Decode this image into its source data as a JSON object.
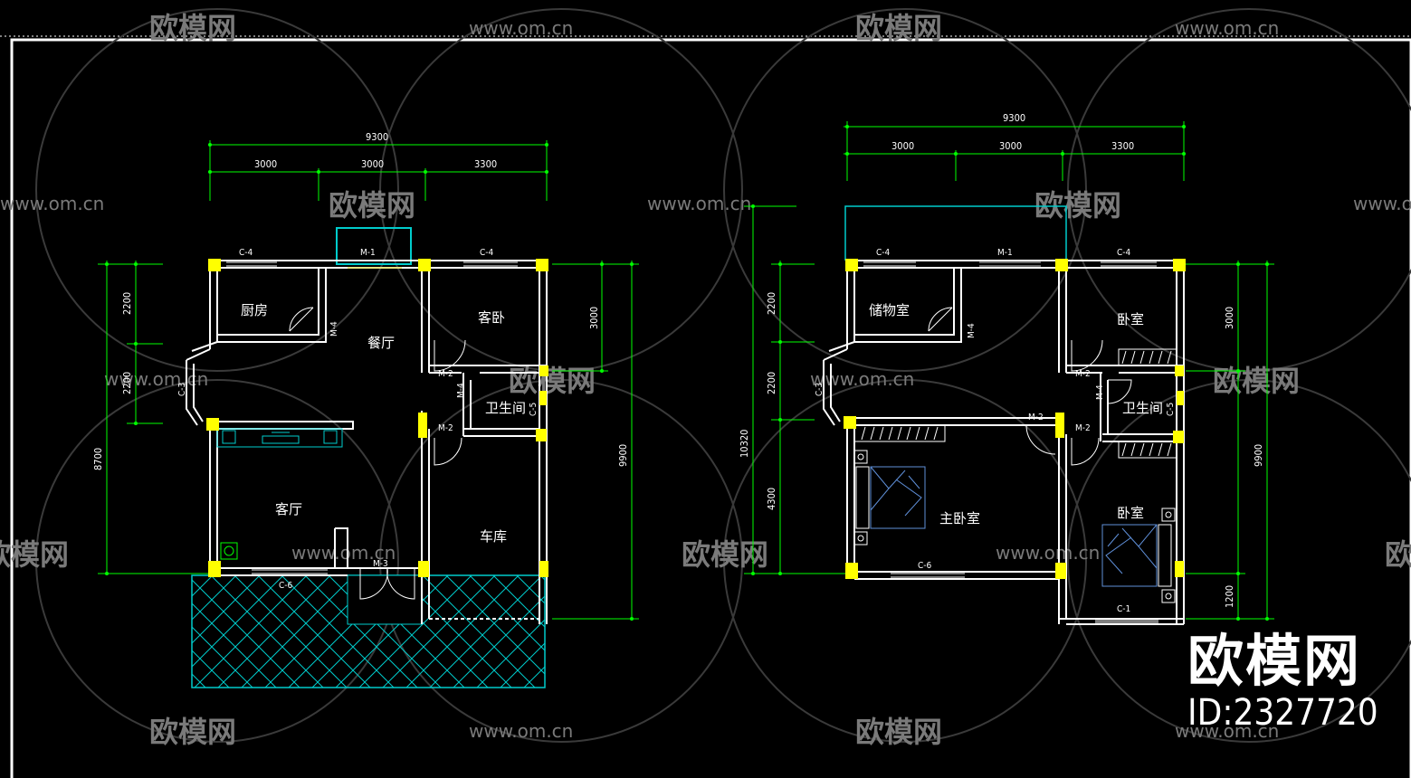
{
  "brand": {
    "watermark_logo": "欧模网",
    "watermark_url": "www.om.cn",
    "big_logo": "欧模网",
    "id_text": "ID:2327720"
  },
  "colors": {
    "background": "#000000",
    "wall": "#ffffff",
    "dimension": "#00ff00",
    "column": "#ffff00",
    "hatch": "#00ffff",
    "furniture": "#5f8fd8",
    "watermark": "#7a7a7a"
  },
  "plan_left": {
    "dims_top": {
      "total": "9300",
      "seg1": "3000",
      "seg2": "3000",
      "seg3": "3300"
    },
    "dims_left": {
      "total": "8700",
      "seg1": "2200",
      "seg2": "2200"
    },
    "dims_right": {
      "total": "9900",
      "seg1": "3000"
    },
    "rooms": {
      "kitchen": "厨房",
      "dining": "餐厅",
      "guest_bedroom": "客卧",
      "bathroom": "卫生间",
      "living": "客厅",
      "garage": "车库"
    },
    "tags": {
      "c4_left": "C-4",
      "m1": "M-1",
      "c4_right": "C-4",
      "m4_kitchen": "M-4",
      "c3": "C-3",
      "m2_bed": "M-2",
      "m4_bath": "M-4",
      "c5": "C-5",
      "m2_garage": "M-2",
      "m3": "M-3",
      "c6": "C-6"
    }
  },
  "plan_right": {
    "dims_top": {
      "total": "9300",
      "seg1": "3000",
      "seg2": "3000",
      "seg3": "3300"
    },
    "dims_left": {
      "total": "10320",
      "seg1": "2200",
      "seg2": "2200",
      "seg3": "4300"
    },
    "dims_right": {
      "total": "9900",
      "seg1": "3000",
      "seg2": "1200"
    },
    "rooms": {
      "storage": "储物室",
      "bedroom_top": "卧室",
      "bathroom": "卫生间",
      "master": "主卧室",
      "bedroom_bottom": "卧室"
    },
    "tags": {
      "c4_left": "C-4",
      "m1": "M-1",
      "c4_right": "C-4",
      "m4_storage": "M-4",
      "c3": "C-3",
      "m2_bed": "M-2",
      "m4_bath": "M-4",
      "c5": "C-5",
      "m2_master": "M-2",
      "m2_bath2": "M-2",
      "c6": "C-6",
      "c1": "C-1"
    }
  }
}
